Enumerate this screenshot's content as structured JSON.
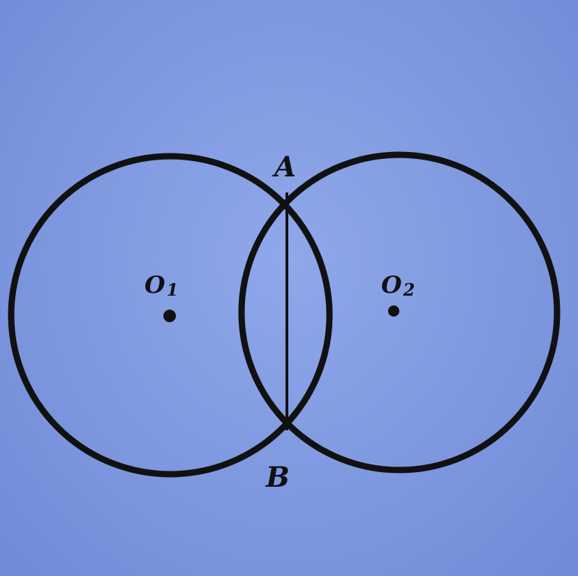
{
  "diagram": {
    "labels": {
      "point_a": "A",
      "point_b": "B",
      "center_1": "O",
      "center_1_sub": "1",
      "center_2": "O",
      "center_2_sub": "2"
    },
    "colors": {
      "background": "#7e98e0",
      "stroke": "#111111"
    }
  }
}
